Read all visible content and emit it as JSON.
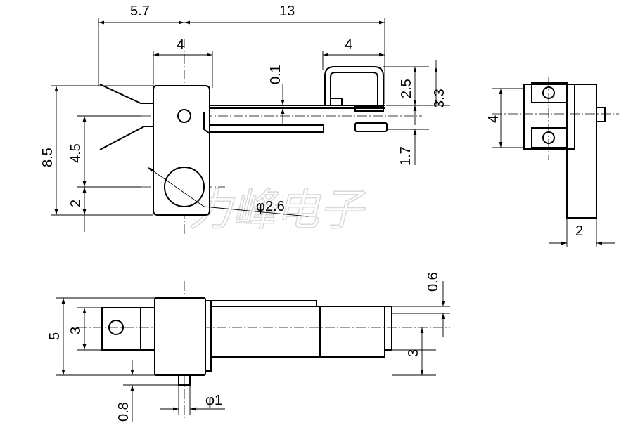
{
  "watermark": "力峰电子",
  "front_view": {
    "dim_width_left": "5.7",
    "dim_width_total": "13",
    "dim_body_width": "4",
    "dim_hook_width": "4",
    "dim_gap": "0.1",
    "dim_hook_height": "2.5",
    "dim_hook_total": "3.3",
    "dim_lower_tab": "1.7",
    "dim_total_height": "8.5",
    "dim_hole_height": "4.5",
    "dim_bottom": "2",
    "dim_hole_dia": "φ2.6"
  },
  "side_view": {
    "dim_height": "4",
    "dim_width": "2"
  },
  "top_view": {
    "dim_tab_thickness": "0.6",
    "dim_body_height": "5",
    "dim_inner_height": "3",
    "dim_right_height": "3",
    "dim_pin_length": "0.8",
    "dim_pin_dia": "φ1"
  }
}
